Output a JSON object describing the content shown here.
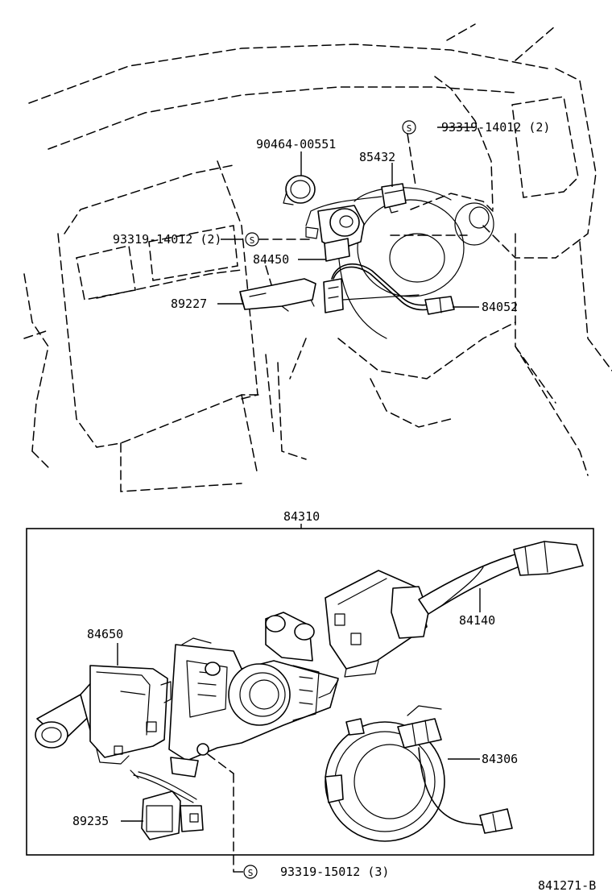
{
  "labels": {
    "p90464": "90464-00551",
    "p85432": "85432",
    "p93319_top_right": "93319-14012 (2)",
    "p93319_left": "93319-14012 (2)",
    "p84450": "84450",
    "p89227": "89227",
    "p84052": "84052",
    "p84310": "84310",
    "p84650": "84650",
    "p84140": "84140",
    "p84306": "84306",
    "p89235": "89235",
    "p93319_bottom": "93319-15012 (3)",
    "screw_mark": "S",
    "figure_code": "841271-B"
  }
}
